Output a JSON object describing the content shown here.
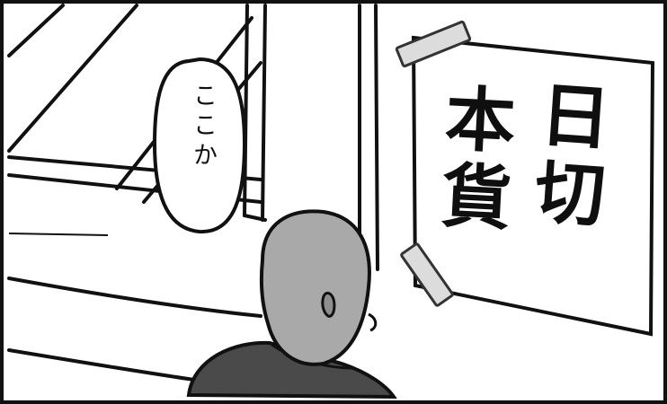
{
  "speech_bubble": {
    "text": "ここか"
  },
  "wall_sign": {
    "column_right": "日切",
    "column_left": "本貨"
  },
  "colors": {
    "ink": "#111111",
    "paper": "#ffffff",
    "head_gray": "#a9a9a9",
    "shirt_dark": "#4a4a4a",
    "tape_gray": "#dcdcdc"
  }
}
